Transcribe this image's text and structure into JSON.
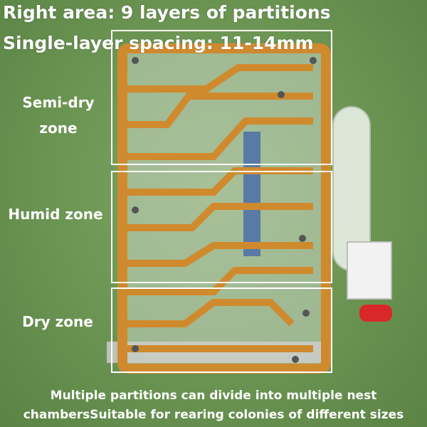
{
  "headline": {
    "line1": "Right area: 9 layers of partitions",
    "line2": "Single-layer spacing: 11-14mm"
  },
  "zones": {
    "semi_dry": "Semi-dry zone",
    "humid": "Humid zone",
    "dry": "Dry zone"
  },
  "caption": {
    "line1": "Multiple partitions can divide into multiple nest",
    "line2": "chambersSuitable for rearing colonies of different sizes"
  },
  "colors": {
    "background": "#6b9453",
    "frame": "#d08a2e",
    "tube": "#e8efe6",
    "plug": "#d8282a",
    "highlight": "#ffffff"
  }
}
